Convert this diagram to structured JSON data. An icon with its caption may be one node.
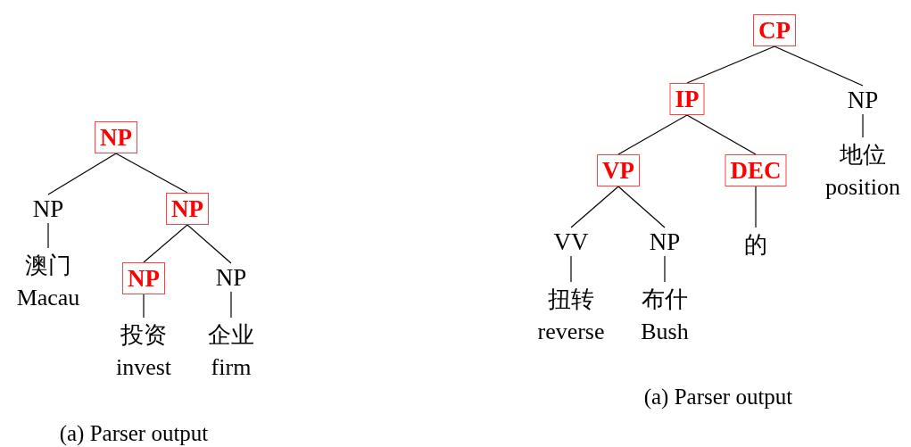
{
  "diagram": {
    "nodes": [
      {
        "text": [
          "NP"
        ]
      },
      {
        "text": [
          "NP"
        ]
      },
      {
        "text": [
          "NP"
        ]
      },
      {
        "text": [
          "澳门",
          "Macau"
        ]
      },
      {
        "text": [
          "NP"
        ]
      },
      {
        "text": [
          "NP"
        ]
      },
      {
        "text": [
          "投资",
          "invest"
        ]
      },
      {
        "text": [
          "企业",
          "firm"
        ]
      },
      {
        "text": [
          "CP"
        ]
      },
      {
        "text": [
          "IP"
        ]
      },
      {
        "text": [
          "NP"
        ]
      },
      {
        "text": [
          "VP"
        ]
      },
      {
        "text": [
          "DEC"
        ]
      },
      {
        "text": [
          "地位",
          "position"
        ]
      },
      {
        "text": [
          "VV"
        ]
      },
      {
        "text": [
          "NP"
        ]
      },
      {
        "text": [
          "的"
        ]
      },
      {
        "text": [
          "扭转",
          "reverse"
        ]
      },
      {
        "text": [
          "布什",
          "Bush"
        ]
      }
    ],
    "edges": [
      {
        "from": 0,
        "to": 1,
        "arrow": "none"
      },
      {
        "from": 0,
        "to": 2,
        "arrow": "none"
      },
      {
        "from": 1,
        "to": 3,
        "arrow": "none"
      },
      {
        "from": 2,
        "to": 4,
        "arrow": "none"
      },
      {
        "from": 2,
        "to": 5,
        "arrow": "none"
      },
      {
        "from": 4,
        "to": 6,
        "arrow": "none"
      },
      {
        "from": 5,
        "to": 7,
        "arrow": "none"
      },
      {
        "from": 8,
        "to": 9,
        "arrow": "none"
      },
      {
        "from": 8,
        "to": 10,
        "arrow": "none"
      },
      {
        "from": 9,
        "to": 11,
        "arrow": "none"
      },
      {
        "from": 9,
        "to": 12,
        "arrow": "none"
      },
      {
        "from": 10,
        "to": 13,
        "arrow": "none"
      },
      {
        "from": 11,
        "to": 14,
        "arrow": "none"
      },
      {
        "from": 11,
        "to": 15,
        "arrow": "none"
      },
      {
        "from": 12,
        "to": 16,
        "arrow": "none"
      },
      {
        "from": 14,
        "to": 17,
        "arrow": "none"
      },
      {
        "from": 15,
        "to": 18,
        "arrow": "none"
      }
    ],
    "labels": [
      "(a) Parser output",
      "(a) Parser output"
    ]
  }
}
